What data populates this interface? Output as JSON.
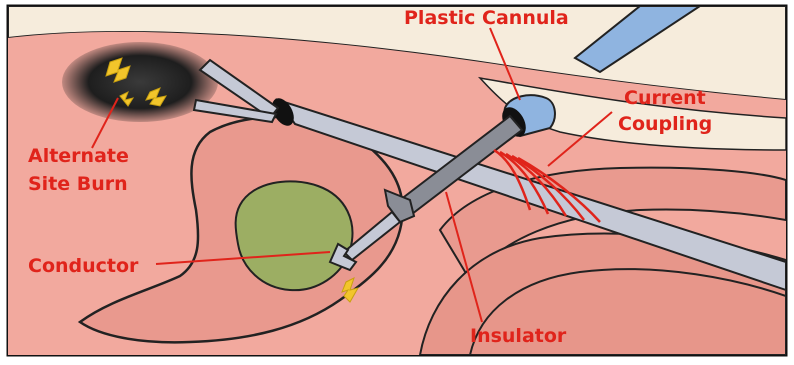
{
  "labels": {
    "plastic_cannula": "Plastic Cannula",
    "current_coupling_1": "Current",
    "current_coupling_2": "Coupling",
    "alternate_site_burn_1": "Alternate",
    "alternate_site_burn_2": "Site Burn",
    "conductor": "Conductor",
    "insulator": "Insulator"
  },
  "colors": {
    "label_red": "#e0241b",
    "tissue_pink": "#f2a89c",
    "organ_pink": "#e99a8f",
    "tumor_green": "#9cae63",
    "skin_cream": "#f5ead8",
    "instrument_gray": "#c6cad6",
    "cannula_blue": "#8fb4e0",
    "outline": "#1b1b1b"
  }
}
